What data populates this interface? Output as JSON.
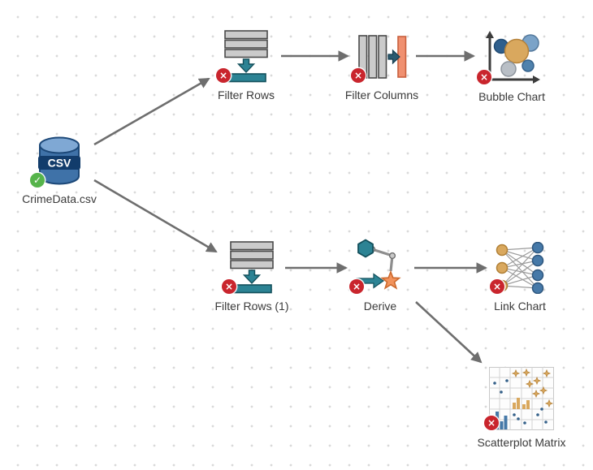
{
  "canvas": {
    "background_color": "#ffffff",
    "grid_dot_color": "#d9d9d9",
    "arrow_color": "#6e6e6e"
  },
  "badges": {
    "error_glyph": "×",
    "success_glyph": "✓",
    "error_color": "#c9252d",
    "success_color": "#56b44b"
  },
  "nodes": [
    {
      "id": "crimedata-csv",
      "label": "CrimeData.csv",
      "icon": "csv-database-icon",
      "icon_text": "CSV",
      "status": "success"
    },
    {
      "id": "filter-rows",
      "label": "Filter Rows",
      "icon": "filter-rows-icon",
      "status": "error"
    },
    {
      "id": "filter-columns",
      "label": "Filter Columns",
      "icon": "filter-columns-icon",
      "status": "error"
    },
    {
      "id": "bubble-chart",
      "label": "Bubble Chart",
      "icon": "bubble-chart-icon",
      "status": "error"
    },
    {
      "id": "filter-rows-1",
      "label": "Filter Rows (1)",
      "icon": "filter-rows-icon",
      "status": "error"
    },
    {
      "id": "derive",
      "label": "Derive",
      "icon": "derive-icon",
      "status": "error"
    },
    {
      "id": "link-chart",
      "label": "Link Chart",
      "icon": "link-chart-icon",
      "status": "error"
    },
    {
      "id": "scatterplot-matrix",
      "label": "Scatterplot Matrix",
      "icon": "scatterplot-matrix-icon",
      "status": "error"
    }
  ],
  "edges": [
    {
      "from": "CrimeData.csv",
      "to": "Filter Rows"
    },
    {
      "from": "Filter Rows",
      "to": "Filter Columns"
    },
    {
      "from": "Filter Columns",
      "to": "Bubble Chart"
    },
    {
      "from": "CrimeData.csv",
      "to": "Filter Rows (1)"
    },
    {
      "from": "Filter Rows (1)",
      "to": "Derive"
    },
    {
      "from": "Derive",
      "to": "Link Chart"
    },
    {
      "from": "Derive",
      "to": "Scatterplot Matrix"
    }
  ]
}
